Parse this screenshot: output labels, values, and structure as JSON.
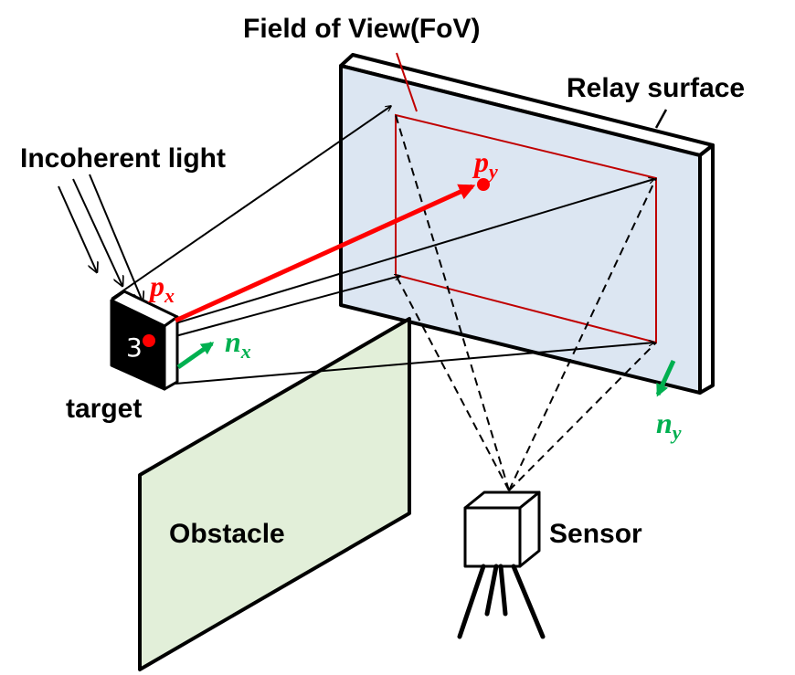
{
  "labels": {
    "fov": "Field of View(FoV)",
    "relay": "Relay surface",
    "light": "Incoherent light",
    "target": "target",
    "obstacle": "Obstacle",
    "sensor": "Sensor",
    "target_digit": "3"
  },
  "math": {
    "px_base": "p",
    "px_sub": "x",
    "py_base": "p",
    "py_sub": "y",
    "nx_base": "n",
    "nx_sub": "x",
    "ny_base": "n",
    "ny_sub": "y"
  },
  "colors": {
    "relay_fill": "#dce6f2",
    "obstacle_fill": "#e2efd9",
    "fov_line": "#c00000",
    "red_arrow": "#ff0000",
    "normal_arrow": "#00b050",
    "outline": "#000000"
  }
}
